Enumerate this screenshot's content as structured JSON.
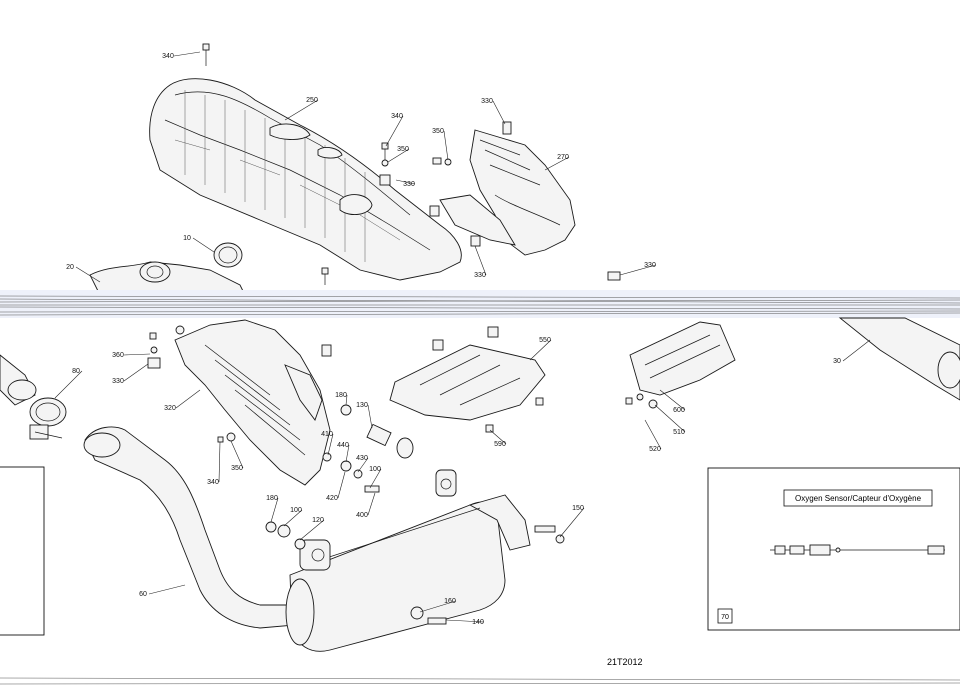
{
  "diagram": {
    "reference_code": "21T2012",
    "inset": {
      "label": "Oxygen Sensor/Capteur d'Oxygène",
      "part_number": "70"
    },
    "callouts": [
      {
        "id": "c340a",
        "text": "340"
      },
      {
        "id": "c250",
        "text": "250"
      },
      {
        "id": "c340b",
        "text": "340"
      },
      {
        "id": "c350a",
        "text": "350"
      },
      {
        "id": "c350b",
        "text": "350"
      },
      {
        "id": "c330a",
        "text": "330"
      },
      {
        "id": "c330b",
        "text": "330"
      },
      {
        "id": "c270",
        "text": "270"
      },
      {
        "id": "c330c",
        "text": "330"
      },
      {
        "id": "c330d",
        "text": "330"
      },
      {
        "id": "c10",
        "text": "10"
      },
      {
        "id": "c20",
        "text": "20"
      },
      {
        "id": "c550",
        "text": "550"
      },
      {
        "id": "c30",
        "text": "30"
      },
      {
        "id": "c600",
        "text": "600"
      },
      {
        "id": "c510",
        "text": "510"
      },
      {
        "id": "c520",
        "text": "520"
      },
      {
        "id": "c360",
        "text": "360"
      },
      {
        "id": "c330e",
        "text": "330"
      },
      {
        "id": "c80",
        "text": "80"
      },
      {
        "id": "c320",
        "text": "320"
      },
      {
        "id": "c180a",
        "text": "180"
      },
      {
        "id": "c130",
        "text": "130"
      },
      {
        "id": "c590",
        "text": "590"
      },
      {
        "id": "c410",
        "text": "410"
      },
      {
        "id": "c440",
        "text": "440"
      },
      {
        "id": "c430",
        "text": "430"
      },
      {
        "id": "c100a",
        "text": "100"
      },
      {
        "id": "c350c",
        "text": "350"
      },
      {
        "id": "c340c",
        "text": "340"
      },
      {
        "id": "c420",
        "text": "420"
      },
      {
        "id": "c400",
        "text": "400"
      },
      {
        "id": "c180b",
        "text": "180"
      },
      {
        "id": "c100b",
        "text": "100"
      },
      {
        "id": "c120",
        "text": "120"
      },
      {
        "id": "c150",
        "text": "150"
      },
      {
        "id": "c60",
        "text": "60"
      },
      {
        "id": "c160",
        "text": "160"
      },
      {
        "id": "c140",
        "text": "140"
      }
    ]
  }
}
